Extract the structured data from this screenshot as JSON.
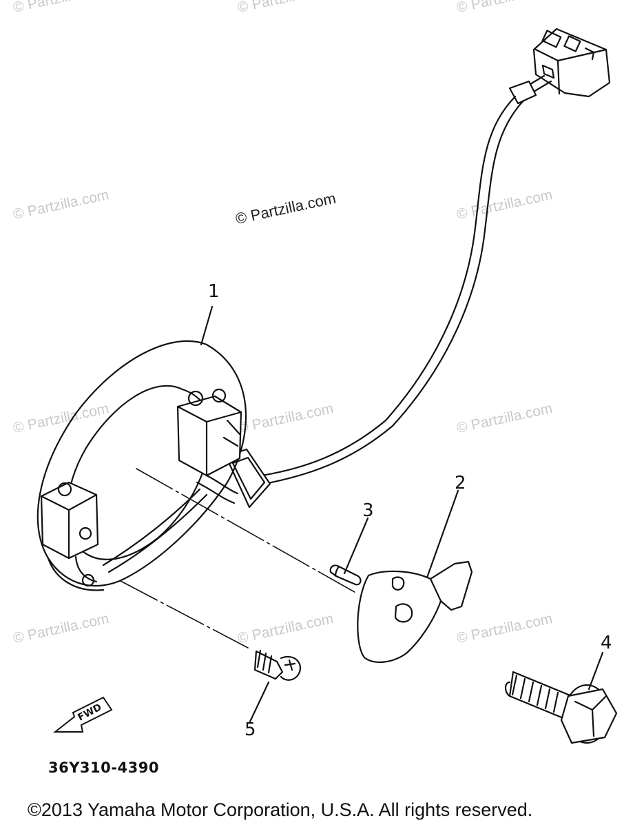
{
  "watermark": {
    "main": "© Partzilla.com",
    "tile": "© Partzilla.com"
  },
  "callouts": {
    "c1": "1",
    "c2": "2",
    "c3": "3",
    "c4": "4",
    "c5": "5"
  },
  "arrow": {
    "label": "FWD"
  },
  "diagram_code": "36Y310-4390",
  "copyright": "©2013  Yamaha Motor Corporation, U.S.A. All rights reserved."
}
